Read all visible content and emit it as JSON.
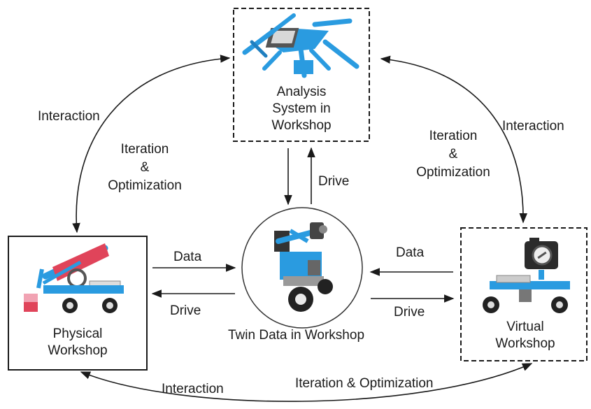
{
  "nodes": {
    "analysis": {
      "line1": "Analysis",
      "line2": "System in",
      "line3": "Workshop"
    },
    "physical": {
      "line1": "Physical",
      "line2": "Workshop"
    },
    "virtual": {
      "line1": "Virtual",
      "line2": "Workshop"
    },
    "twin": {
      "label": "Twin Data in Workshop"
    }
  },
  "edges": {
    "top_left_interaction": "Interaction",
    "top_left_iter_1": "Iteration",
    "top_left_iter_2": "&",
    "top_left_iter_3": "Optimization",
    "top_right_iter_1": "Iteration",
    "top_right_iter_2": "&",
    "top_right_iter_3": "Optimization",
    "top_right_interaction": "Interaction",
    "analysis_twin_drive": "Drive",
    "physical_twin_data": "Data",
    "physical_twin_drive": "Drive",
    "virtual_twin_data": "Data",
    "virtual_twin_drive": "Drive",
    "bottom_interaction": "Interaction",
    "bottom_iteration": "Iteration & Optimization"
  },
  "colors": {
    "robot_blue": "#2a9be0",
    "robot_dark": "#1f1f1f",
    "accent_red": "#e0445a",
    "line": "#1a1a1a"
  }
}
